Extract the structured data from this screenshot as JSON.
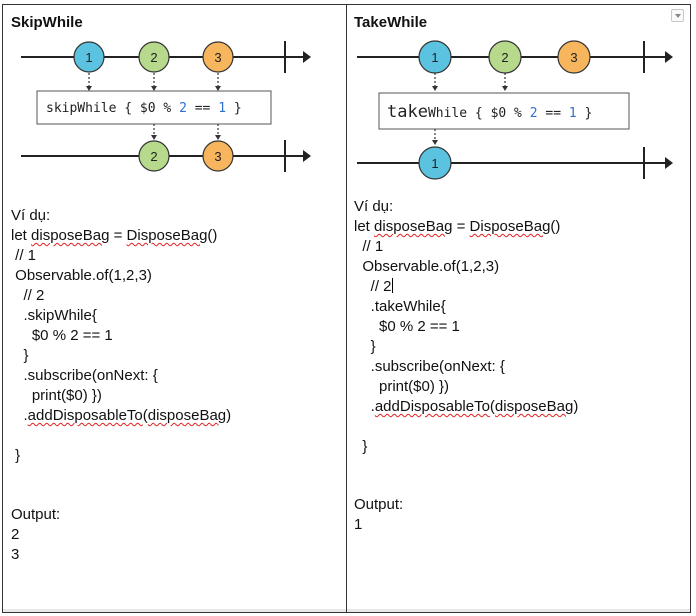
{
  "left": {
    "title": "SkipWhile",
    "source_marbles": [
      "1",
      "2",
      "3"
    ],
    "operator": {
      "name": "skipWhile",
      "pre": " { $0 % ",
      "num1": "2",
      "eq": " == ",
      "num2": "1",
      "post": " }"
    },
    "result_marbles": [
      "2",
      "3"
    ],
    "code": {
      "l1": "Ví dụ:",
      "l2a": "let ",
      "l2b": "disposeBag",
      "l2c": " = ",
      "l2d": "DisposeBag",
      "l2e": "()",
      "l3": " // 1",
      "l4": " Observable.of(1,2,3)",
      "l5": "   // 2",
      "l6": "   .skipWhile{",
      "l7": "     $0 % 2 == 1",
      "l8": "   }",
      "l9": "   .subscribe(onNext: {",
      "l10": "     print($0) })",
      "l11a": "   .",
      "l11b": "addDisposableTo",
      "l11c": "(",
      "l11d": "disposeBag",
      "l11e": ")",
      "l12": " }"
    },
    "output_label": "Output:",
    "output_values": [
      "2",
      "3"
    ]
  },
  "right": {
    "title": "TakeWhile",
    "source_marbles": [
      "1",
      "2",
      "3"
    ],
    "operator": {
      "name1": "take",
      "name2": "While",
      "pre": " { $0 % ",
      "num1": "2",
      "eq": " == ",
      "num2": "1",
      "post": " }"
    },
    "result_marbles": [
      "1"
    ],
    "code": {
      "l1": "Ví dụ:",
      "l2a": "let ",
      "l2b": "disposeBag",
      "l2c": " = ",
      "l2d": "DisposeBag",
      "l2e": "()",
      "l3": "  // 1",
      "l4": "  Observable.of(1,2,3)",
      "l5": "    // 2",
      "l6": "    .takeWhile{",
      "l7": "      $0 % 2 == 1",
      "l8": "    }",
      "l9": "    .subscribe(onNext: {",
      "l10": "      print($0) })",
      "l11a": "    .",
      "l11b": "addDisposableTo",
      "l11c": "(",
      "l11d": "disposeBag",
      "l11e": ")",
      "l12": "  }"
    },
    "output_label": "Output:",
    "output_values": [
      "1"
    ]
  },
  "colors": {
    "marble_1": "#5bc3e0",
    "marble_2": "#b6d98c",
    "marble_3": "#f7b55e",
    "keyword_blue": "#2f6fd1",
    "squiggle_red": "#e02020"
  }
}
